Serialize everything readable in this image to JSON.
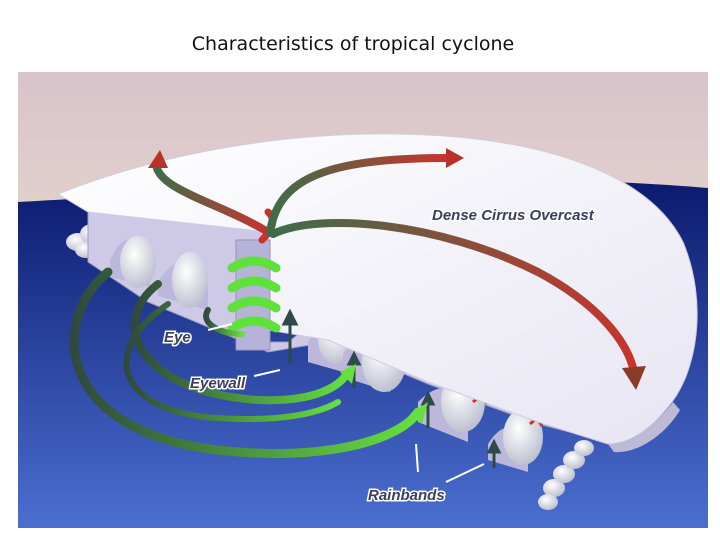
{
  "slide": {
    "title": "Characteristics of tropical cyclone"
  },
  "diagram": {
    "labels": {
      "cirrus": "Dense Cirrus Overcast",
      "eye": "Eye",
      "eyewall": "Eyewall",
      "rainbands": "Rainbands"
    },
    "colors": {
      "sky_top": "#d9c3cc",
      "sky_bottom": "#f7efc9",
      "ocean_top": "#0b1a6e",
      "ocean_bottom": "#4b6fd0",
      "cloud_deck": "#f6f5fb",
      "cloud_side": "#c7c3e2",
      "inflow_arrow": "#57d63c",
      "outflow_arrow": "#b8322a"
    }
  }
}
